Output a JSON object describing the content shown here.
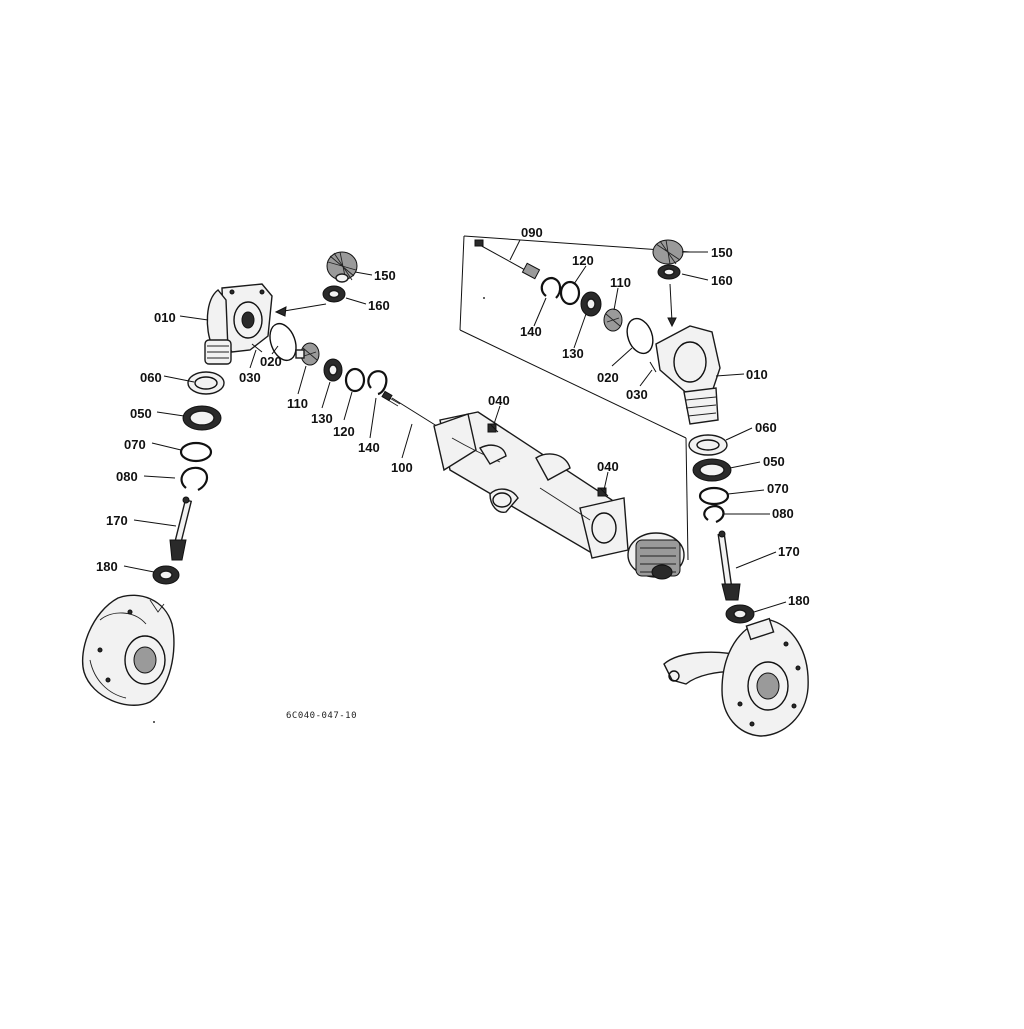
{
  "diagram": {
    "drawing_code": "6C040-047-10",
    "labels": {
      "l010": "010",
      "l020": "020",
      "l030": "030",
      "l040": "040",
      "l050": "050",
      "l060": "060",
      "l070": "070",
      "l080": "080",
      "l090": "090",
      "l100": "100",
      "l110": "110",
      "l120": "120",
      "l130": "130",
      "l140": "140",
      "l150": "150",
      "l160": "160",
      "l170": "170",
      "l180": "180"
    }
  }
}
